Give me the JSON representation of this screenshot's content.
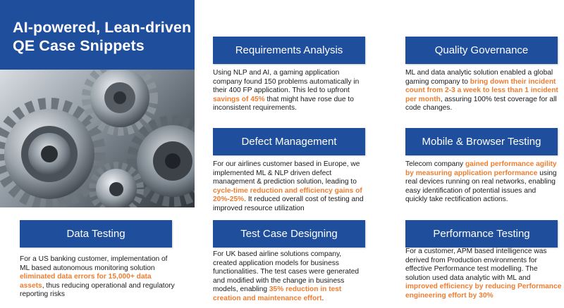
{
  "title": {
    "line1": "AI-powered, Lean-driven",
    "line2": "QE Case Snippets"
  },
  "colors": {
    "accent_blue": "#1f4e9c",
    "highlight_orange": "#ed7d31"
  },
  "image": {
    "icon": "gears-image"
  },
  "cards": {
    "requirements": {
      "header": "Requirements Analysis",
      "p1": "Using NLP and AI, a gaming application company found 150 problems automatically in their 400 FP application. This led to upfront ",
      "h1": "savings of 45%",
      "p2": " that might have rose due to inconsistent requirements."
    },
    "quality": {
      "header": "Quality Governance",
      "p1": "ML and data analytic solution enabled a global gaming company to ",
      "h1": "bring down their incident count from 2-3 a week to less than 1 incident per month",
      "p2": ", assuring 100% test coverage for all code changes."
    },
    "defect": {
      "header": "Defect Management",
      "p1": "For our airlines customer based in Europe, we implemented ML & NLP driven defect management & prediction solution, leading to ",
      "h1": "cycle-time reduction and efficiency gains of 20%-25%",
      "p2": ".  It reduced overall cost of testing and improved resource utilization"
    },
    "mobile": {
      "header": "Mobile & Browser Testing",
      "p1": "Telecom company ",
      "h1": "gained performance agility by measuring application performance",
      "p2": " using real devices running on real networks, enabling easy identification of potential issues and quickly take rectification actions."
    },
    "data": {
      "header": "Data Testing",
      "p1": "For a US banking customer, implementation of ML based autonomous monitoring solution ",
      "h1": "eliminated data errors for 15,000+ data assets",
      "p2": ", thus reducing operational and regulatory reporting risks"
    },
    "testcase": {
      "header": "Test Case Designing",
      "p1": "For UK based airline solutions company, created application models for business functionalities. The test cases were generated and modified with the change in business models, enabling ",
      "h1": "35% reduction in test creation and maintenance effort",
      "p2": "."
    },
    "performance": {
      "header": "Performance Testing",
      "p1": "For a customer, APM based intelligence was derived from Production environments for effective Performance test modelling. The solution used data analytic with ML and ",
      "h1": "improved efficiency by reducing Performance engineering effort by 30%",
      "p2": ""
    }
  }
}
